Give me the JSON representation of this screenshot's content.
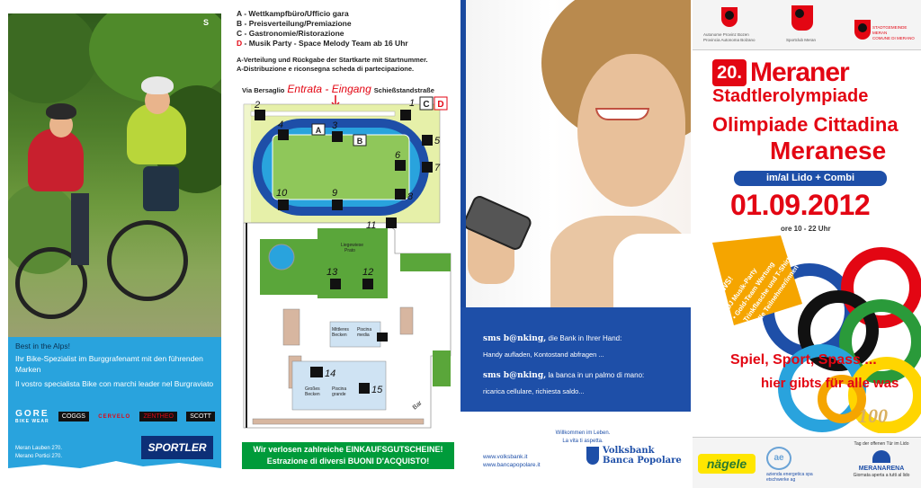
{
  "sportler": {
    "tagline": "Best in the Alps!",
    "text_de": "Ihr Bike-Spezialist im Burggrafenamt mit den führenden Marken",
    "text_it": "Il vostro specialista Bike con marchi leader nel Burgraviato",
    "brands": [
      "GORE",
      "BIKE WEAR",
      "COGGS",
      "CERVELO",
      "ZENTHEO",
      "SCOTT"
    ],
    "logo": "SPORTLER",
    "address_de": "Meran Lauben 270.",
    "address_it": "Merano Portici 270."
  },
  "map_info": {
    "legend": [
      {
        "key": "A",
        "text": "Wettkampfbüro/Ufficio gara"
      },
      {
        "key": "B",
        "text": "Preisverteilung/Premiazione"
      },
      {
        "key": "C",
        "text": "Gastronomie/Ristorazione"
      },
      {
        "key": "D",
        "text": "Musik Party - Space Melody Team ab 16 Uhr"
      }
    ],
    "note_de": "A-Verteilung und Rückgabe der Startkarte mit Startnummer.",
    "note_it": "A-Distribuzione e riconsegna scheda di partecipazione.",
    "road_left": "Via Bersaglio",
    "entrance": "Entrata - Eingang",
    "road_right": "Schießstandstraße",
    "lawn": "Liegewiese\nPrato",
    "building1_a": "Mittleres\nBecken",
    "building1_b": "Piscina\nmedia",
    "building2_a": "Großes\nBecken",
    "building2_b": "Piscina\ngrande",
    "bar": "Bar",
    "station_numbers": [
      "1",
      "2",
      "3",
      "4",
      "5",
      "6",
      "7",
      "8",
      "9",
      "10",
      "11",
      "12",
      "13",
      "14",
      "15"
    ],
    "banner_line1": "Wir verlosen zahlreiche EINKAUFSGUTSCHEINE!",
    "banner_line2": "Estrazione di diversi BUONI D'ACQUISTO!"
  },
  "bank": {
    "sms1": "sms b@nking,",
    "sms1_rest": "die Bank in Ihrer Hand:",
    "sms1_sub": "Handy aufladen, Kontostand abfragen ...",
    "sms2": "sms b@nking,",
    "sms2_rest": "la banca in un palmo di mano:",
    "sms2_sub": "ricarica cellulare, richiesta saldo...",
    "welcome_de": "Willkommen im Leben.",
    "welcome_it": "La vita ti aspetta.",
    "url1": "www.volksbank.it",
    "url2": "www.bancapopolare.it",
    "name1": "Volksbank",
    "name2": "Banca Popolare"
  },
  "event": {
    "header_left": "Autonome Provinz Bozen\nProvincia Autonoma Bolzano",
    "header_mid": "Sportclub Meran",
    "header_right": "STADTGEMEINDE MERAN\nCOMUNE DI MERANO",
    "edition": "20.",
    "title1": "Meraner",
    "title2": "Stadtlerolympiade",
    "title3": "Olimpiade Cittadina",
    "title4": "Meranese",
    "location": "im/al Lido + Combi",
    "date": "01.09.2012",
    "time": "ore 10 - 22 Uhr",
    "news": [
      "NEWS!",
      "• DJ Musik-Party",
      "• Gold-Team Wertung",
      "• Trinkflasche und T-Shirt",
      "für alle Teilnehmer/innen"
    ],
    "slogan1": "Spiel, Sport, Spass ...",
    "slogan2": "hier gibts für alle was",
    "sponsor1": "nägele",
    "sponsor2": "azienda energetica spa\netschwerke ag",
    "sponsor3_top": "Tag der offenen Tür im Lido",
    "sponsor3_name": "MERANARENA",
    "sponsor3_bottom": "Giornata aperta a tutti al lido"
  }
}
